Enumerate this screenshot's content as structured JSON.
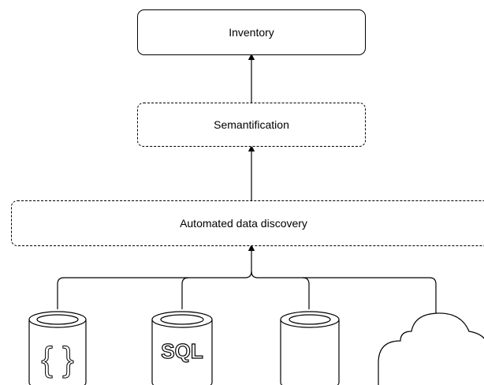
{
  "boxes": {
    "inventory": "Inventory",
    "semantification": "Semantification",
    "discovery": "Automated data discovery"
  },
  "sources": {
    "json_glyph": "{ }",
    "sql_label": "SQL"
  },
  "icons": [
    "json-database-icon",
    "sql-database-icon",
    "database-icon",
    "cloud-icon"
  ],
  "colors": {
    "stroke": "#000000",
    "background": "#ffffff"
  }
}
